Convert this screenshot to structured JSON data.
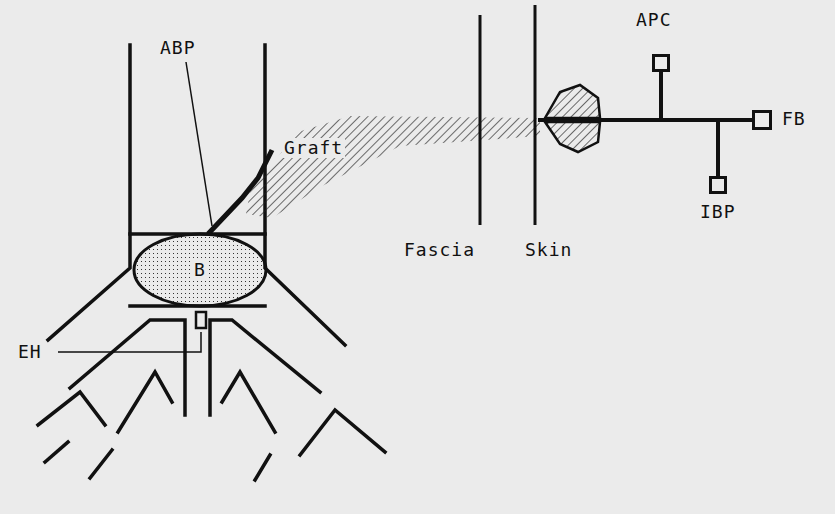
{
  "diagram": {
    "nodes": [
      {
        "text": [
          "B"
        ]
      },
      {
        "text": [
          "APC"
        ]
      },
      {
        "text": [
          "FB"
        ]
      },
      {
        "text": [
          "IBP"
        ]
      }
    ],
    "edges": [
      {
        "from": 2,
        "to": 1,
        "arrow": "none"
      },
      {
        "from": 2,
        "to": 3,
        "arrow": "none"
      }
    ],
    "labels": [
      "ABP",
      "Graft",
      "EH",
      "Fascia",
      "Skin"
    ]
  }
}
